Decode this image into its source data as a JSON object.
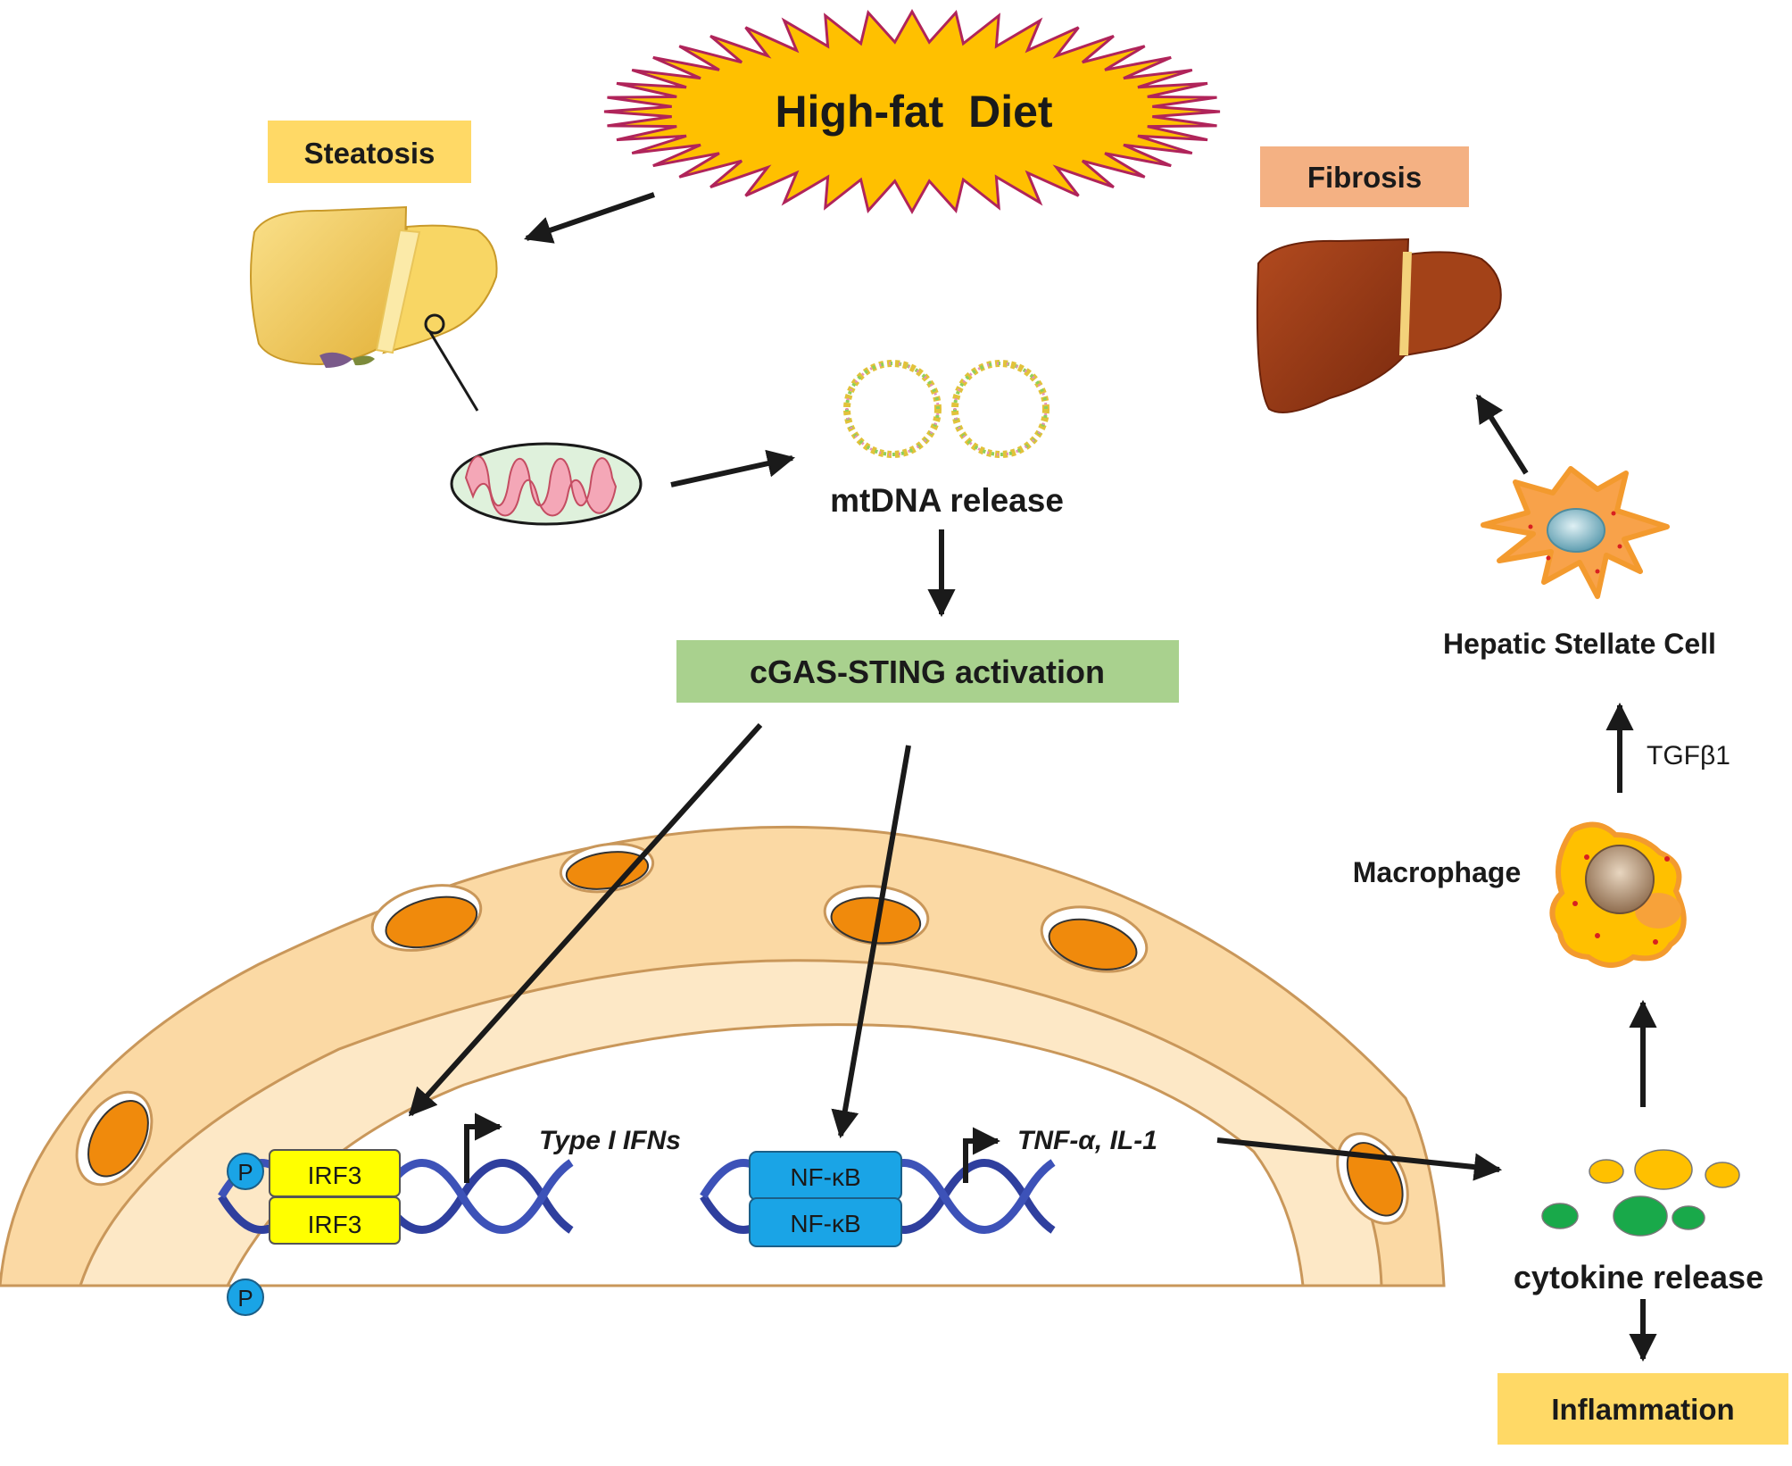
{
  "labels": {
    "high_fat_diet": "High-fat  Diet",
    "steatosis": "Steatosis",
    "fibrosis": "Fibrosis",
    "mtdna_release": "mtDNA release",
    "cgas_sting": "cGAS-STING activation",
    "hepatic_stellate_cell": "Hepatic Stellate Cell",
    "tgfb1": "TGFβ1",
    "macrophage": "Macrophage",
    "type_i_ifns": "Type I IFNs",
    "tnf_il1": "TNF-α, IL-1",
    "irf3_top": "IRF3",
    "irf3_bottom": "IRF3",
    "nfkb_top": "NF-κB",
    "nfkb_bottom": "NF-κB",
    "phospho_top": "P",
    "phospho_bottom": "P",
    "cytokine_release": "cytokine release",
    "inflammation": "Inflammation"
  },
  "colors": {
    "starburst_fill": "#ffc000",
    "starburst_stroke": "#b0245a",
    "steatosis_box": "#ffd966",
    "fibrosis_box": "#f4b183",
    "cgas_box": "#a9d18e",
    "inflammation_box": "#ffd966",
    "nucleus_fill": "#fbd9a4",
    "nucleus_inner": "#fde8c6",
    "pore": "#f08a0c",
    "irf3": "#ffff00",
    "nfkb": "#1aa4e6",
    "phospho": "#1aa4e6",
    "dna": "#2f3f9e",
    "cytokine_yellow": "#ffc000",
    "cytokine_green": "#19a94a",
    "fatty_liver": "#f6cf52",
    "fibrotic_liver": "#9c3c17"
  }
}
